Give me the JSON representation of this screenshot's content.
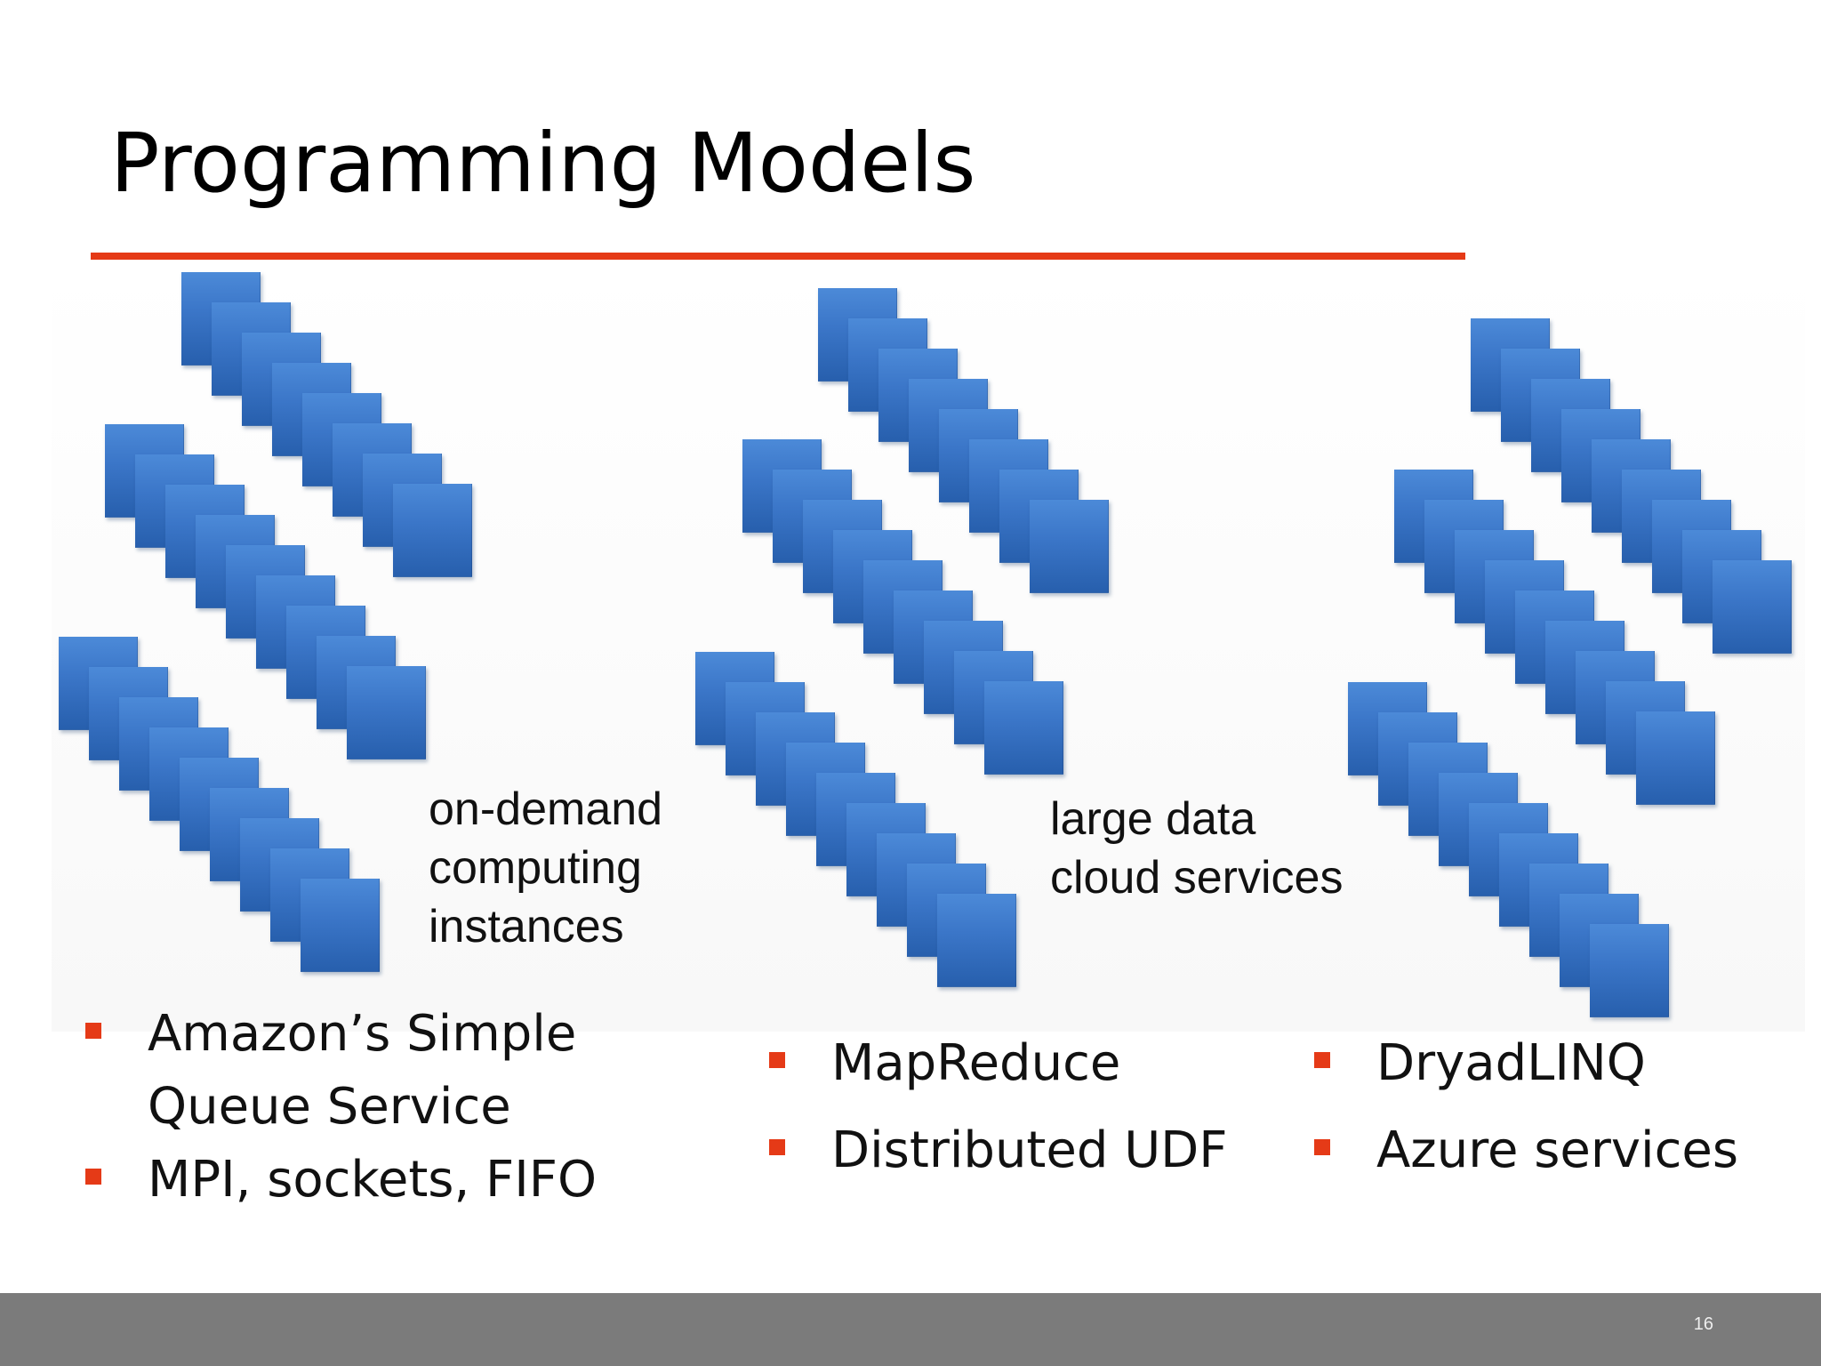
{
  "slide": {
    "title": "Programming Models",
    "accent_color": "#e53a17",
    "card_color": "#3b76c8",
    "page_number": "16"
  },
  "captions": {
    "left": [
      "on-demand",
      "computing",
      "instances"
    ],
    "middle": [
      "large data",
      "cloud services"
    ]
  },
  "bullet_groups": [
    {
      "items": [
        "Amazon’s Simple\nQueue Service",
        "MPI, sockets, FIFO"
      ]
    },
    {
      "items": [
        "MapReduce",
        "Distributed UDF"
      ]
    },
    {
      "items": [
        "DryadLINQ",
        "Azure services"
      ]
    }
  ],
  "icons": {
    "card": "blue-card-icon",
    "bullet": "square-bullet-icon"
  }
}
